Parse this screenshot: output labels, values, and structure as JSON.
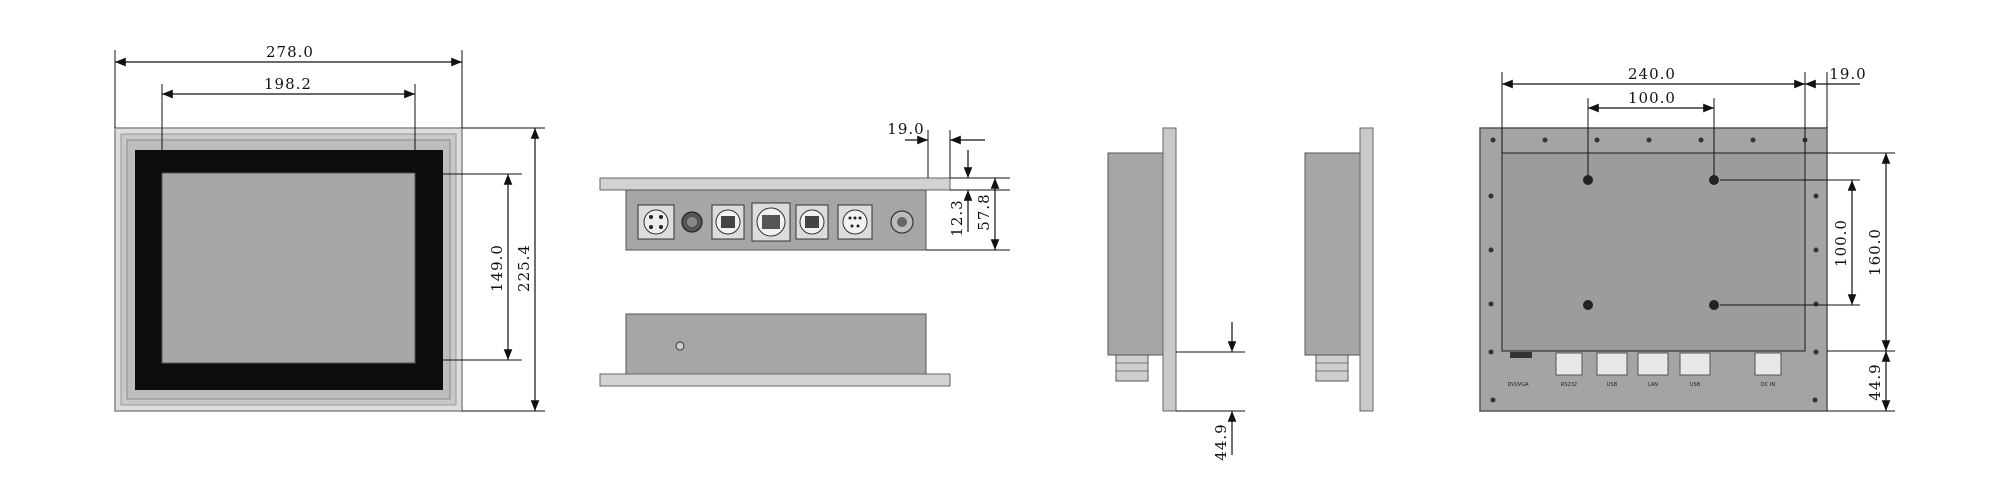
{
  "colors": {
    "bezel_outer": "#d8d8d8",
    "bezel_frame": "#a9a9a9",
    "screen_black": "#0d0d0d",
    "screen_gray": "#a7a7a7",
    "body_gray": "#a3a3a3",
    "plate_gray": "#c9c9c9",
    "back_plate": "#a0a0a0",
    "line": "#111111"
  },
  "front_view": {
    "width_outer": "278.0",
    "width_screen": "198.2",
    "height_outer": "225.4",
    "height_screen": "149.0"
  },
  "bottom_view": {
    "lip_depth": "19.0",
    "panel_thickness": "12.3",
    "body_depth": "57.8"
  },
  "side_view_left": {
    "connector_height": "44.9"
  },
  "back_view": {
    "hole_span_outer": "240.0",
    "hole_span_inner": "100.0",
    "edge_offset": "19.0",
    "height_hole_outer": "160.0",
    "height_hole_inner": "100.0",
    "connector_height": "44.9",
    "port_labels": [
      "DVI/VGA",
      "RS232",
      "USB",
      "LAN",
      "USB",
      "DC IN"
    ]
  }
}
